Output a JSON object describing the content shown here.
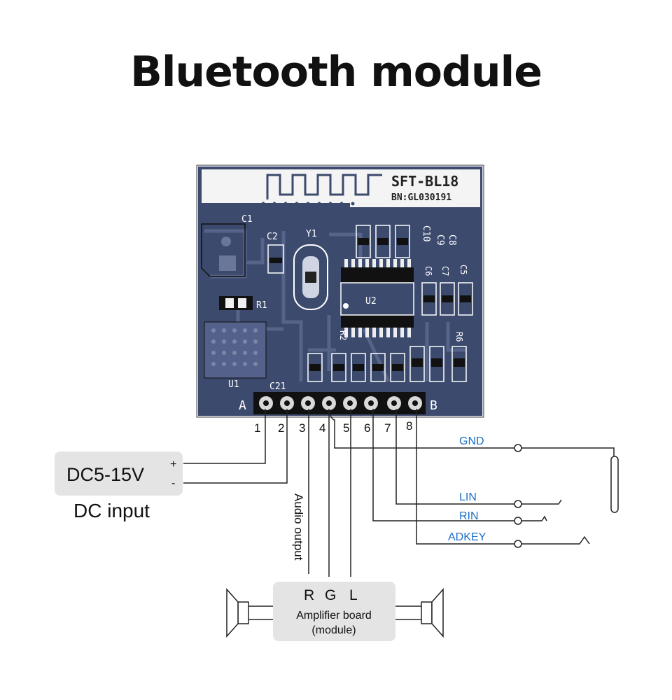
{
  "title": "Bluetooth module",
  "colors": {
    "board": "#3c4a6e",
    "line": "#222222",
    "blue_label": "#1d6fc4",
    "gray_box": "#e4e4e4"
  },
  "board": {
    "model": "SFT-BL18",
    "batch": "BN:GL030191",
    "labels": {
      "c1": "C1",
      "c2": "C2",
      "y1": "Y1",
      "r1": "R1",
      "u1": "U1",
      "u2": "U2",
      "c21": "C21",
      "a": "A",
      "b": "B",
      "c10": "C10",
      "c9": "C9",
      "c8": "C8",
      "c6": "C6",
      "c7": "C7",
      "c5": "C5",
      "r2": "R2",
      "r6": "R6"
    }
  },
  "pins": [
    "1",
    "2",
    "3",
    "4",
    "5",
    "6",
    "7",
    "8"
  ],
  "dc_box": {
    "label": "DC5-15V",
    "plus": "+",
    "minus": "-",
    "caption": "DC input"
  },
  "audio_output": "Audio output",
  "signals": {
    "gnd": "GND",
    "lin": "LIN",
    "rin": "RIN",
    "adkey": "ADKEY"
  },
  "amp_box": {
    "r": "R",
    "g": "G",
    "l": "L",
    "line1": "Amplifier board",
    "line2": "(module)"
  }
}
